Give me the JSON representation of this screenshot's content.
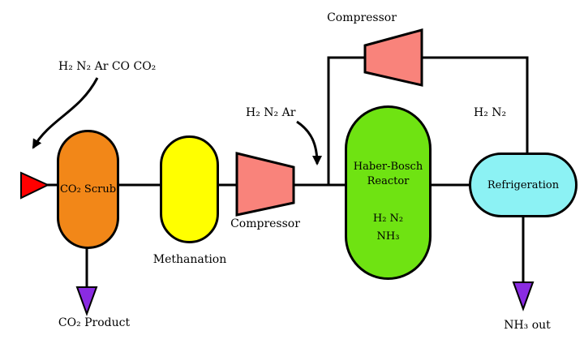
{
  "diagram": {
    "background": "#ffffff",
    "line_color": "#000000",
    "streams": {
      "feed_label": "H₂ N₂ Ar CO CO₂",
      "makeup_label": "H₂ N₂ Ar",
      "recycle_label": "H₂ N₂",
      "co2_product_label": "CO₂ Product",
      "nh3_out_label": "NH₃ out"
    },
    "units": {
      "co2_scrub": {
        "label": "CO₂ Scrub",
        "color": "#F28718"
      },
      "methanation": {
        "label": "Methanation",
        "color": "#FFFF00"
      },
      "compressor_main": {
        "label": "Compressor",
        "color": "#F9837B"
      },
      "compressor_recycle": {
        "label": "Compressor",
        "color": "#F9837B"
      },
      "reactor": {
        "label_line1": "Haber-Bosch",
        "label_line2": "Reactor",
        "contents_line1": "H₂ N₂",
        "contents_line2": "NH₃",
        "color": "#6FE312"
      },
      "refrigeration": {
        "label": "Refrigeration",
        "color": "#8CF2F4"
      }
    },
    "arrows": {
      "feed_color": "#FF0000",
      "product_color": "#8A2BE2"
    }
  }
}
